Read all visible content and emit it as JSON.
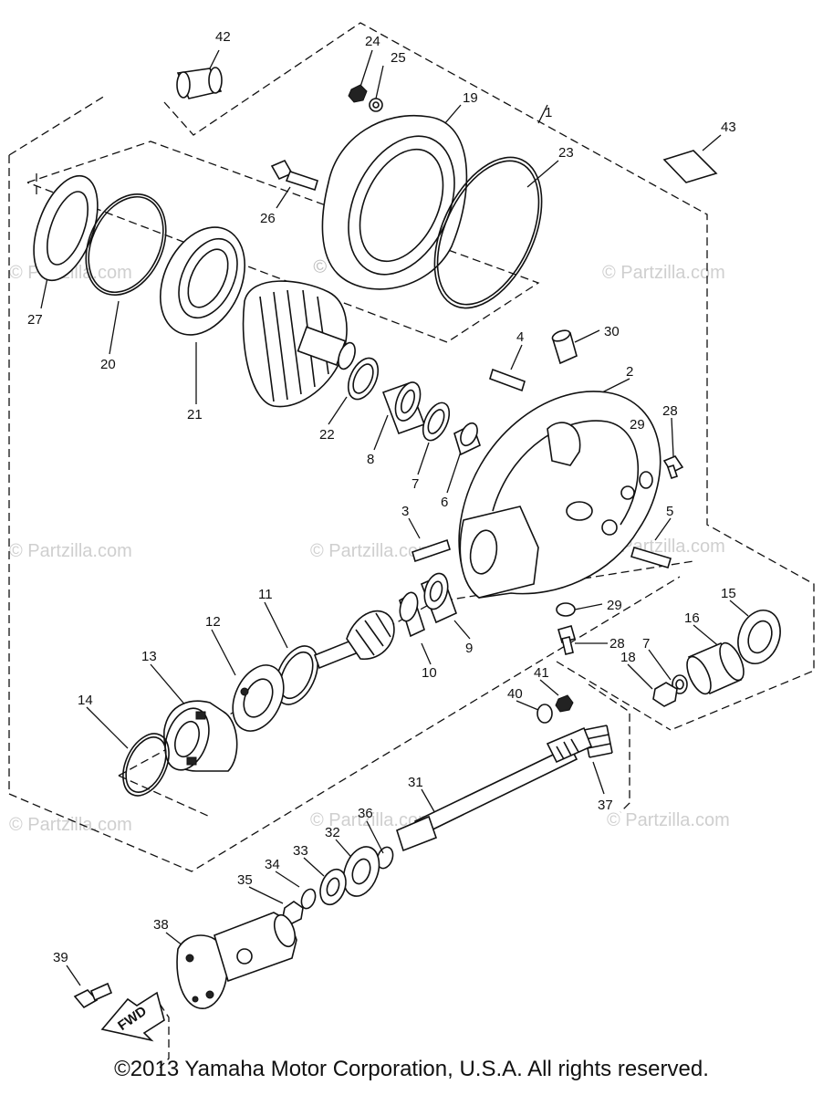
{
  "copyright": "©2013 Yamaha Motor Corporation, U.S.A. All rights reserved.",
  "watermark": "© Partzilla.com",
  "center_watermark": "© Partzilla.com",
  "fwd_label": "FWD",
  "callouts": {
    "c1": "1",
    "c2": "2",
    "c3": "3",
    "c4": "4",
    "c5": "5",
    "c6": "6",
    "c7": "7",
    "c7b": "7",
    "c8": "8",
    "c9": "9",
    "c10": "10",
    "c11": "11",
    "c12": "12",
    "c13": "13",
    "c14": "14",
    "c15": "15",
    "c16": "16",
    "c18": "18",
    "c19": "19",
    "c20": "20",
    "c21": "21",
    "c22": "22",
    "c23": "23",
    "c24": "24",
    "c25": "25",
    "c26": "26",
    "c27": "27",
    "c28": "28",
    "c28b": "28",
    "c29": "29",
    "c29b": "29",
    "c30": "30",
    "c31": "31",
    "c32": "32",
    "c33": "33",
    "c34": "34",
    "c35": "35",
    "c36": "36",
    "c37": "37",
    "c38": "38",
    "c39": "39",
    "c40": "40",
    "c41": "41",
    "c42": "42",
    "c43": "43"
  }
}
